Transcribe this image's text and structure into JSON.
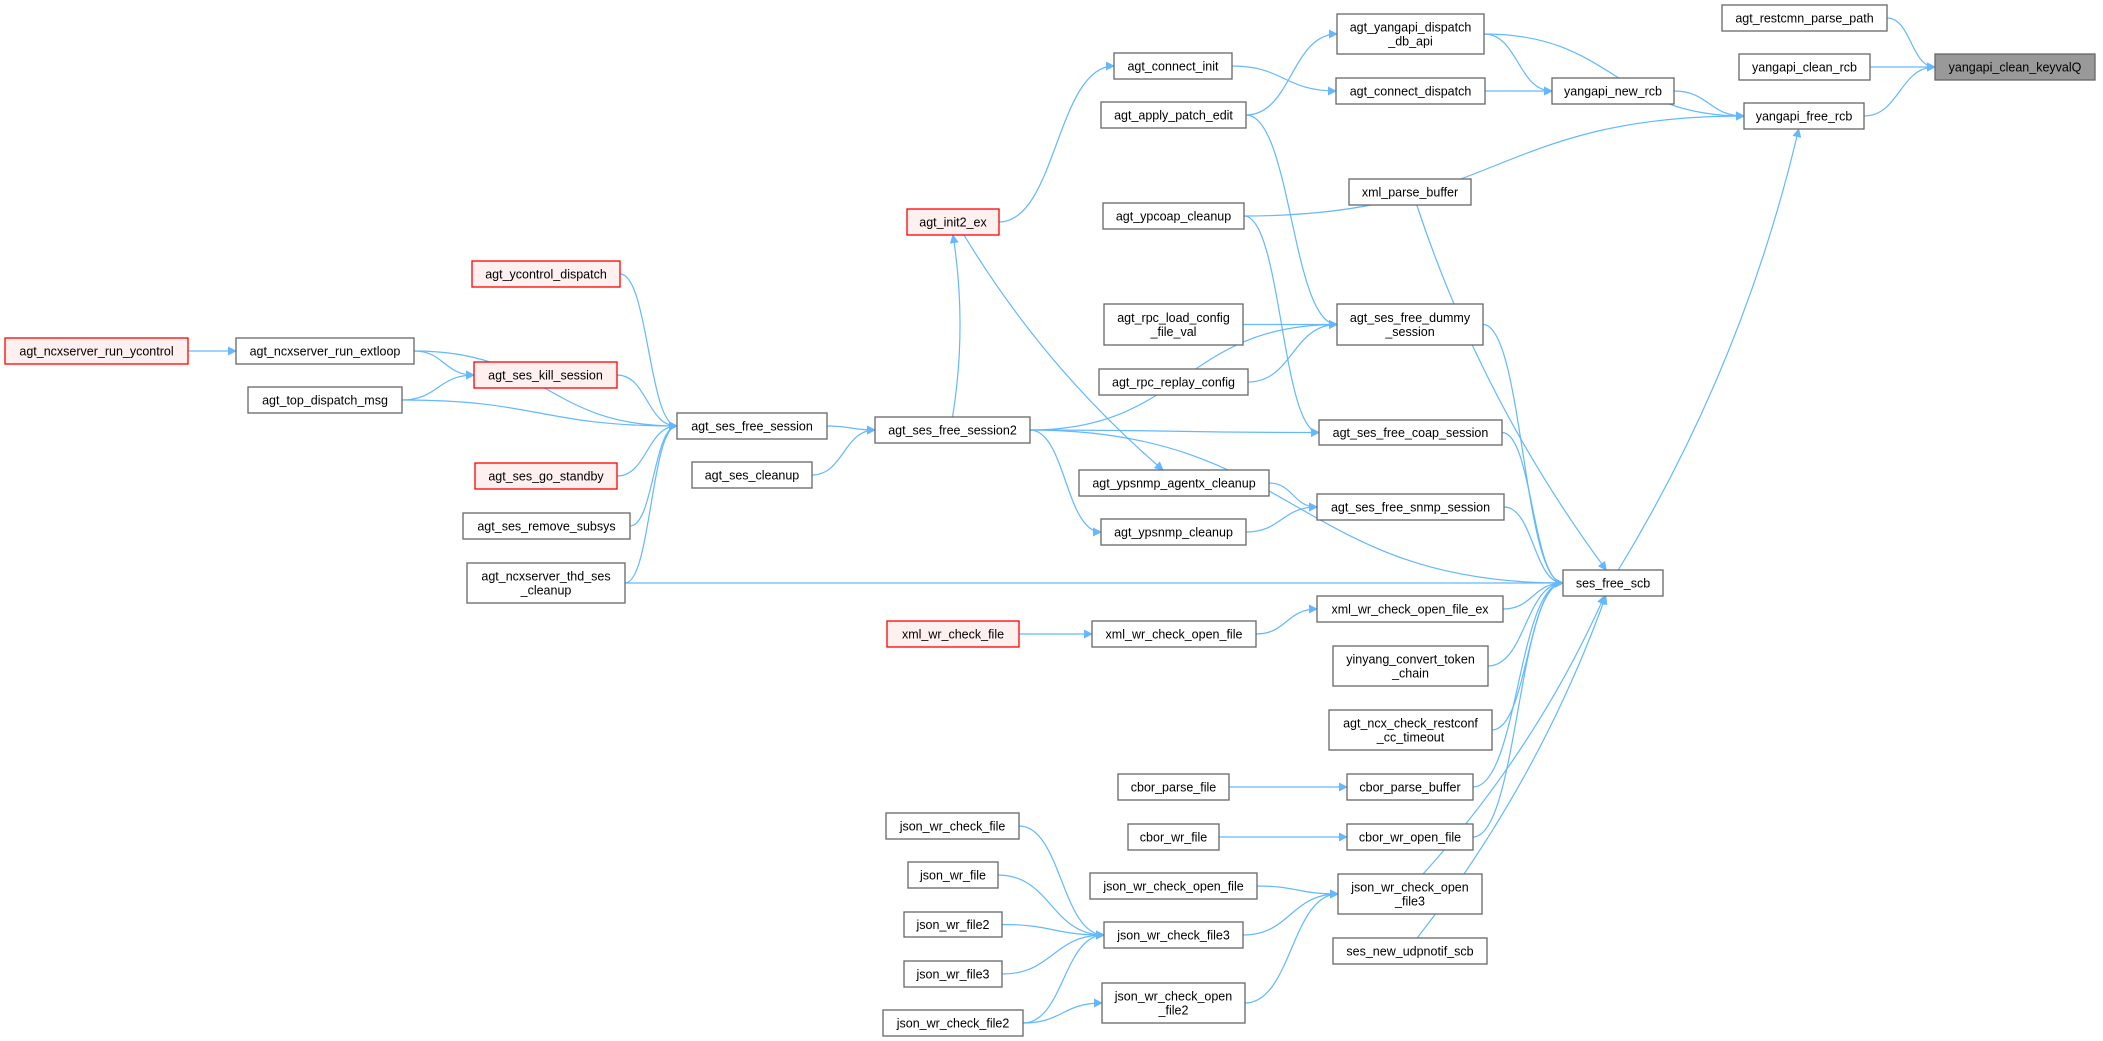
{
  "graph": {
    "title": "yangapi_clean_keyvalQ caller graph",
    "colors": {
      "edge": "#63b8ff",
      "node_border": "#666666",
      "node_fill": "#ffffff",
      "truncated_border": "#ff0000",
      "truncated_fill": "#fff0f0",
      "target_fill": "#999999"
    },
    "nodes": [
      {
        "id": "keyvalQ",
        "label": [
          "yangapi_clean_keyvalQ"
        ],
        "style": "target"
      },
      {
        "id": "restcmn",
        "label": [
          "agt_restcmn_parse_path"
        ],
        "style": "normal"
      },
      {
        "id": "clean_rcb",
        "label": [
          "yangapi_clean_rcb"
        ],
        "style": "normal"
      },
      {
        "id": "free_rcb",
        "label": [
          "yangapi_free_rcb"
        ],
        "style": "normal"
      },
      {
        "id": "new_rcb",
        "label": [
          "yangapi_new_rcb"
        ],
        "style": "normal"
      },
      {
        "id": "dispatch_db",
        "label": [
          "agt_yangapi_dispatch",
          "_db_api"
        ],
        "style": "normal"
      },
      {
        "id": "connect_dispatch",
        "label": [
          "agt_connect_dispatch"
        ],
        "style": "normal"
      },
      {
        "id": "connect_init",
        "label": [
          "agt_connect_init"
        ],
        "style": "normal"
      },
      {
        "id": "apply_patch",
        "label": [
          "agt_apply_patch_edit"
        ],
        "style": "normal"
      },
      {
        "id": "init2",
        "label": [
          "agt_init2_ex"
        ],
        "style": "red"
      },
      {
        "id": "xml_parse_buffer",
        "label": [
          "xml_parse_buffer"
        ],
        "style": "normal"
      },
      {
        "id": "ypcoap",
        "label": [
          "agt_ypcoap_cleanup"
        ],
        "style": "normal"
      },
      {
        "id": "rpc_load",
        "label": [
          "agt_rpc_load_config",
          "_file_val"
        ],
        "style": "normal"
      },
      {
        "id": "dummy",
        "label": [
          "agt_ses_free_dummy",
          "_session"
        ],
        "style": "normal"
      },
      {
        "id": "replay",
        "label": [
          "agt_rpc_replay_config"
        ],
        "style": "normal"
      },
      {
        "id": "coap_sess",
        "label": [
          "agt_ses_free_coap_session"
        ],
        "style": "normal"
      },
      {
        "id": "agentx",
        "label": [
          "agt_ypsnmp_agentx_cleanup"
        ],
        "style": "normal"
      },
      {
        "id": "snmp_sess",
        "label": [
          "agt_ses_free_snmp_session"
        ],
        "style": "normal"
      },
      {
        "id": "ypsnmp",
        "label": [
          "agt_ypsnmp_cleanup"
        ],
        "style": "normal"
      },
      {
        "id": "scb",
        "label": [
          "ses_free_scb"
        ],
        "style": "normal"
      },
      {
        "id": "free_session2",
        "label": [
          "agt_ses_free_session2"
        ],
        "style": "normal"
      },
      {
        "id": "free_session",
        "label": [
          "agt_ses_free_session"
        ],
        "style": "normal"
      },
      {
        "id": "ses_cleanup",
        "label": [
          "agt_ses_cleanup"
        ],
        "style": "normal"
      },
      {
        "id": "ycontrol_dispatch",
        "label": [
          "agt_ycontrol_dispatch"
        ],
        "style": "red"
      },
      {
        "id": "run_ycontrol",
        "label": [
          "agt_ncxserver_run_ycontrol"
        ],
        "style": "red"
      },
      {
        "id": "run_extloop",
        "label": [
          "agt_ncxserver_run_extloop"
        ],
        "style": "normal"
      },
      {
        "id": "kill",
        "label": [
          "agt_ses_kill_session"
        ],
        "style": "red"
      },
      {
        "id": "top_dispatch",
        "label": [
          "agt_top_dispatch_msg"
        ],
        "style": "normal"
      },
      {
        "id": "standby",
        "label": [
          "agt_ses_go_standby"
        ],
        "style": "red"
      },
      {
        "id": "remove_subsys",
        "label": [
          "agt_ses_remove_subsys"
        ],
        "style": "normal"
      },
      {
        "id": "thd_cleanup",
        "label": [
          "agt_ncxserver_thd_ses",
          "_cleanup"
        ],
        "style": "normal"
      },
      {
        "id": "xml_wr_check_file",
        "label": [
          "xml_wr_check_file"
        ],
        "style": "red"
      },
      {
        "id": "xml_wr_open",
        "label": [
          "xml_wr_check_open_file"
        ],
        "style": "normal"
      },
      {
        "id": "xml_wr_open_ex",
        "label": [
          "xml_wr_check_open_file_ex"
        ],
        "style": "normal"
      },
      {
        "id": "yinyang",
        "label": [
          "yinyang_convert_token",
          "_chain"
        ],
        "style": "normal"
      },
      {
        "id": "restconf_cc",
        "label": [
          "agt_ncx_check_restconf",
          "_cc_timeout"
        ],
        "style": "normal"
      },
      {
        "id": "cbor_parse_file",
        "label": [
          "cbor_parse_file"
        ],
        "style": "normal"
      },
      {
        "id": "cbor_parse_buffer",
        "label": [
          "cbor_parse_buffer"
        ],
        "style": "normal"
      },
      {
        "id": "cbor_wr_file",
        "label": [
          "cbor_wr_file"
        ],
        "style": "normal"
      },
      {
        "id": "cbor_wr_open",
        "label": [
          "cbor_wr_open_file"
        ],
        "style": "normal"
      },
      {
        "id": "json_check_open_file",
        "label": [
          "json_wr_check_open_file"
        ],
        "style": "normal"
      },
      {
        "id": "json_open3",
        "label": [
          "json_wr_check_open",
          "_file3"
        ],
        "style": "normal"
      },
      {
        "id": "json_check3",
        "label": [
          "json_wr_check_file3"
        ],
        "style": "normal"
      },
      {
        "id": "udpnotif",
        "label": [
          "ses_new_udpnotif_scb"
        ],
        "style": "normal"
      },
      {
        "id": "json_open2",
        "label": [
          "json_wr_check_open",
          "_file2"
        ],
        "style": "normal"
      },
      {
        "id": "json_check_file",
        "label": [
          "json_wr_check_file"
        ],
        "style": "normal"
      },
      {
        "id": "json_file",
        "label": [
          "json_wr_file"
        ],
        "style": "normal"
      },
      {
        "id": "json_file2",
        "label": [
          "json_wr_file2"
        ],
        "style": "normal"
      },
      {
        "id": "json_file3",
        "label": [
          "json_wr_file3"
        ],
        "style": "normal"
      },
      {
        "id": "json_check2",
        "label": [
          "json_wr_check_file2"
        ],
        "style": "normal"
      }
    ],
    "edges": [
      [
        "restcmn",
        "keyvalQ"
      ],
      [
        "clean_rcb",
        "keyvalQ"
      ],
      [
        "free_rcb",
        "keyvalQ"
      ],
      [
        "dispatch_db",
        "new_rcb"
      ],
      [
        "dispatch_db",
        "free_rcb"
      ],
      [
        "connect_dispatch",
        "new_rcb"
      ],
      [
        "new_rcb",
        "free_rcb"
      ],
      [
        "connect_init",
        "connect_dispatch"
      ],
      [
        "apply_patch",
        "dispatch_db"
      ],
      [
        "init2",
        "connect_init"
      ],
      [
        "init2",
        "agentx"
      ],
      [
        "ypcoap",
        "free_rcb"
      ],
      [
        "free_session2",
        "scb"
      ],
      [
        "free_session2",
        "dummy"
      ],
      [
        "free_session2",
        "coap_sess"
      ],
      [
        "free_session2",
        "ypsnmp"
      ],
      [
        "free_session2",
        "init2"
      ],
      [
        "apply_patch",
        "dummy"
      ],
      [
        "ypcoap",
        "coap_sess"
      ],
      [
        "rpc_load",
        "dummy"
      ],
      [
        "replay",
        "dummy"
      ],
      [
        "dummy",
        "scb"
      ],
      [
        "coap_sess",
        "scb"
      ],
      [
        "agentx",
        "snmp_sess"
      ],
      [
        "ypsnmp",
        "snmp_sess"
      ],
      [
        "snmp_sess",
        "scb"
      ],
      [
        "xml_parse_buffer",
        "scb"
      ],
      [
        "scb",
        "free_rcb"
      ],
      [
        "thd_cleanup",
        "scb"
      ],
      [
        "xml_wr_check_file",
        "xml_wr_open"
      ],
      [
        "xml_wr_open",
        "xml_wr_open_ex"
      ],
      [
        "xml_wr_open_ex",
        "scb"
      ],
      [
        "yinyang",
        "scb"
      ],
      [
        "restconf_cc",
        "scb"
      ],
      [
        "cbor_parse_file",
        "cbor_parse_buffer"
      ],
      [
        "cbor_parse_buffer",
        "scb"
      ],
      [
        "cbor_wr_file",
        "cbor_wr_open"
      ],
      [
        "cbor_wr_open",
        "scb"
      ],
      [
        "json_check_open_file",
        "json_open3"
      ],
      [
        "json_open3",
        "scb"
      ],
      [
        "json_check3",
        "json_open3"
      ],
      [
        "json_check_file",
        "json_check3"
      ],
      [
        "json_file",
        "json_check3"
      ],
      [
        "json_file2",
        "json_check3"
      ],
      [
        "json_file3",
        "json_check3"
      ],
      [
        "json_check2",
        "json_check3"
      ],
      [
        "json_check2",
        "json_open2"
      ],
      [
        "json_open2",
        "json_open3"
      ],
      [
        "udpnotif",
        "scb"
      ],
      [
        "free_session",
        "free_session2"
      ],
      [
        "ses_cleanup",
        "free_session2"
      ],
      [
        "run_ycontrol",
        "run_extloop"
      ],
      [
        "run_extloop",
        "kill"
      ],
      [
        "run_extloop",
        "free_session"
      ],
      [
        "top_dispatch",
        "kill"
      ],
      [
        "top_dispatch",
        "free_session"
      ],
      [
        "ycontrol_dispatch",
        "free_session"
      ],
      [
        "kill",
        "free_session"
      ],
      [
        "standby",
        "free_session"
      ],
      [
        "remove_subsys",
        "free_session"
      ],
      [
        "thd_cleanup",
        "free_session"
      ]
    ]
  }
}
